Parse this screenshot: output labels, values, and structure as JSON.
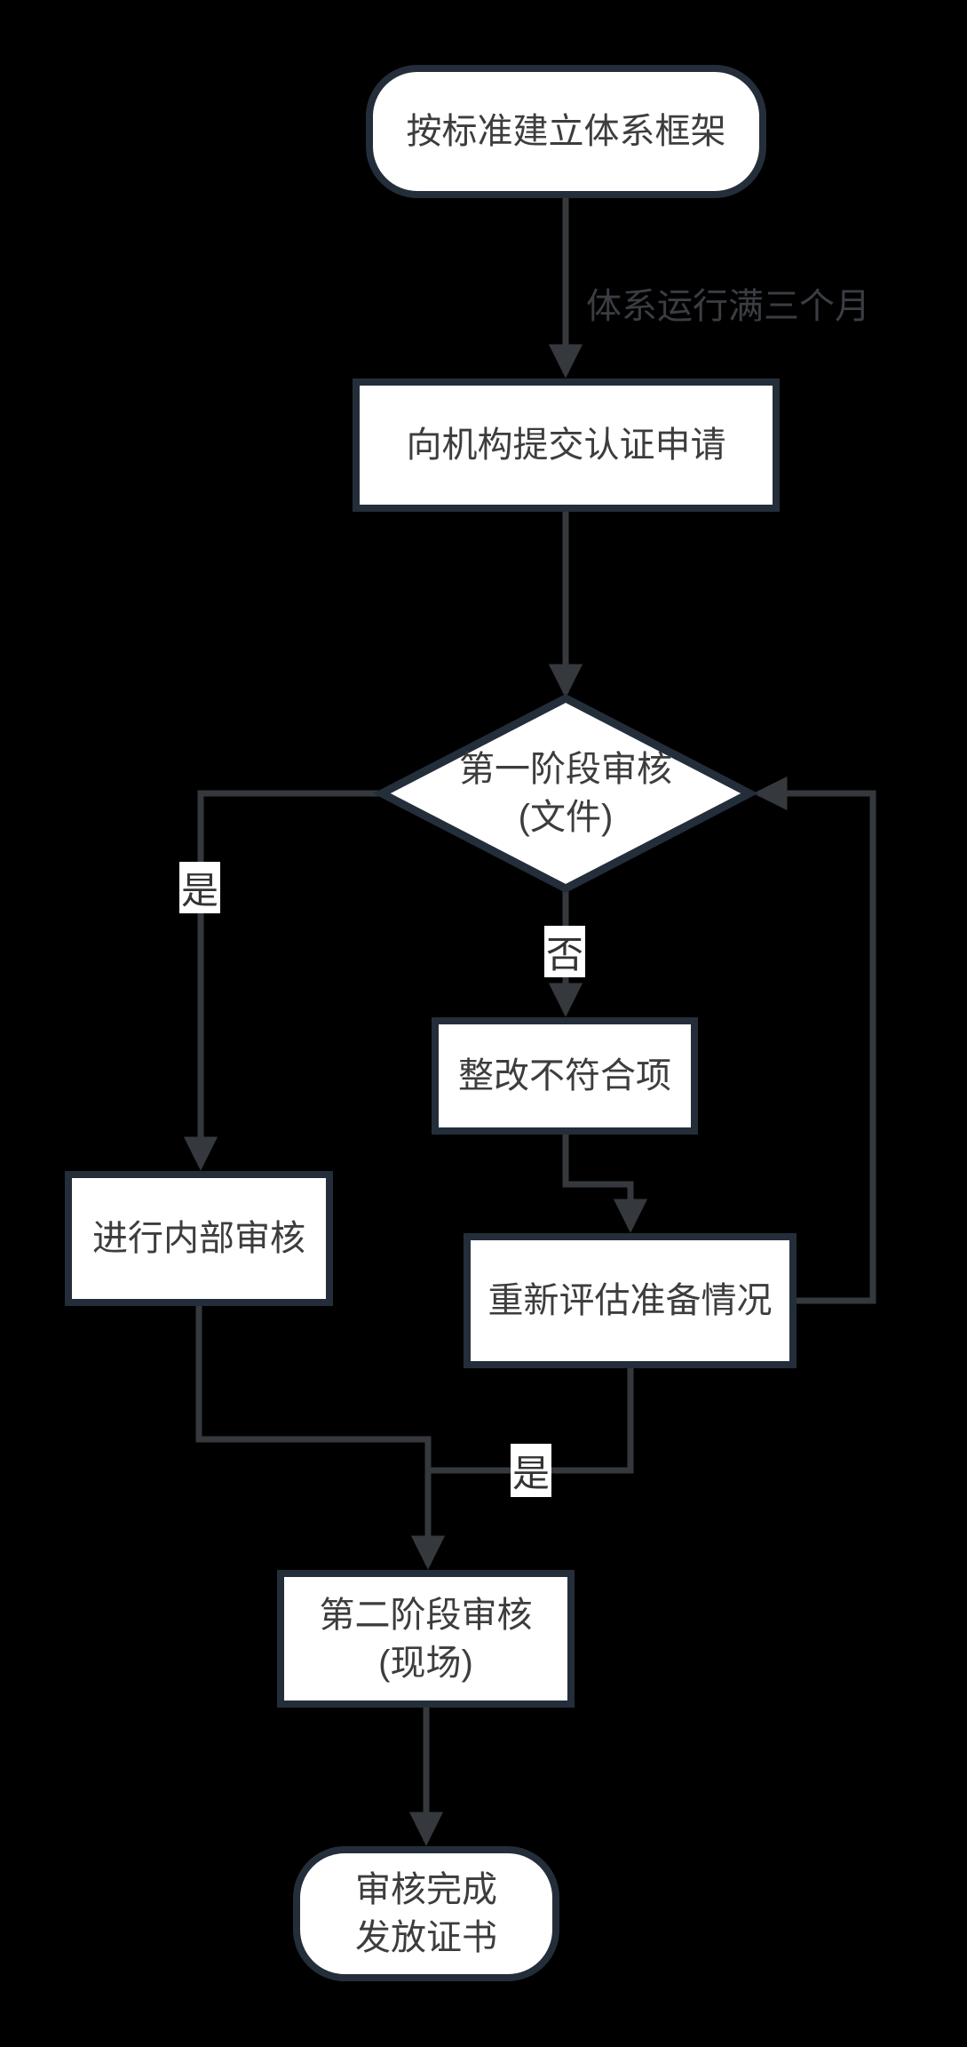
{
  "colors": {
    "background": "#000000",
    "node_fill": "#ffffff",
    "node_border": "#242e3a",
    "node_text": "#3d3d3d",
    "connector": "#35383c",
    "edge_label_text": "#3a3d42",
    "edge_label_bg": "#ffffff",
    "edge_label_boxed_text": "#333333"
  },
  "nodes": {
    "start": {
      "label": "按标准建立体系框架",
      "shape": "terminal"
    },
    "submit_application": {
      "label": "向机构提交认证申请",
      "shape": "process"
    },
    "stage1_audit": {
      "label": "第一阶段审核\n(文件)",
      "shape": "decision"
    },
    "internal_audit": {
      "label": "进行内部审核",
      "shape": "process"
    },
    "rectify_nonconformities": {
      "label": "整改不符合项",
      "shape": "process"
    },
    "reassess_readiness": {
      "label": "重新评估准备情况",
      "shape": "process"
    },
    "stage2_audit": {
      "label": "第二阶段审核\n(现场)",
      "shape": "process"
    },
    "end": {
      "label": "审核完成\n发放证书",
      "shape": "terminal"
    }
  },
  "edge_labels": {
    "system_running": "体系运行满三个月",
    "yes_to_internal": "是",
    "no_to_rectify": "否",
    "yes_to_stage2": "是"
  }
}
